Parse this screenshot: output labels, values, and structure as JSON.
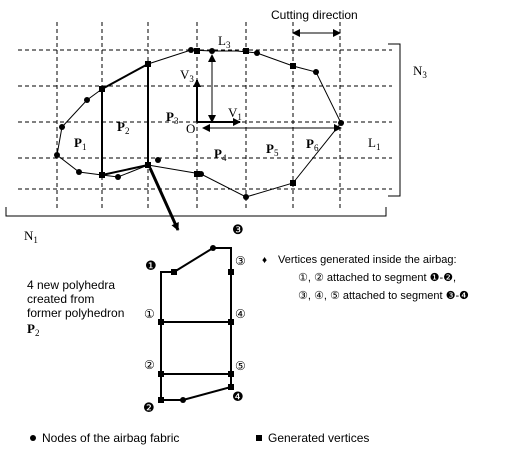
{
  "top_diagram": {
    "cutting_direction": "Cutting direction",
    "labels": {
      "l3": "L",
      "l3_sub": "3",
      "v3": "V",
      "v3_sub": "3",
      "v1": "V",
      "v1_sub": "1",
      "origin": "O",
      "l1": "L",
      "l1_sub": "1",
      "n3": "N",
      "n3_sub": "3",
      "n1": "N",
      "n1_sub": "1"
    },
    "polyhedra": [
      {
        "letter": "P",
        "sub": "1"
      },
      {
        "letter": "P",
        "sub": "2"
      },
      {
        "letter": "P",
        "sub": "3"
      },
      {
        "letter": "P",
        "sub": "4"
      },
      {
        "letter": "P",
        "sub": "5"
      },
      {
        "letter": "P",
        "sub": "6"
      }
    ]
  },
  "bottom_diagram": {
    "caption_lines": [
      "4 new polyhedra",
      "created from",
      "former polyhedron"
    ],
    "caption_polyhedron": "P",
    "caption_polyhedron_sub": "2",
    "vertex_labels": {
      "v1_filled": "❶",
      "v2_filled": "❷",
      "v3_filled": "❸",
      "v4_filled": "❹",
      "v1_open": "①",
      "v2_open": "②",
      "v3_open": "③",
      "v4_open": "④",
      "v5_open": "⑤"
    },
    "legend_inside": {
      "bullet": "♦",
      "line1": "Vertices generated inside the airbag:",
      "line2": "①, ② attached to segment ❶-❷,",
      "line3": "③, ④, ⑤ attached to segment ❸-❹"
    }
  },
  "legend": {
    "nodes_label": "Nodes of the airbag fabric",
    "vertices_label": "Generated vertices"
  }
}
